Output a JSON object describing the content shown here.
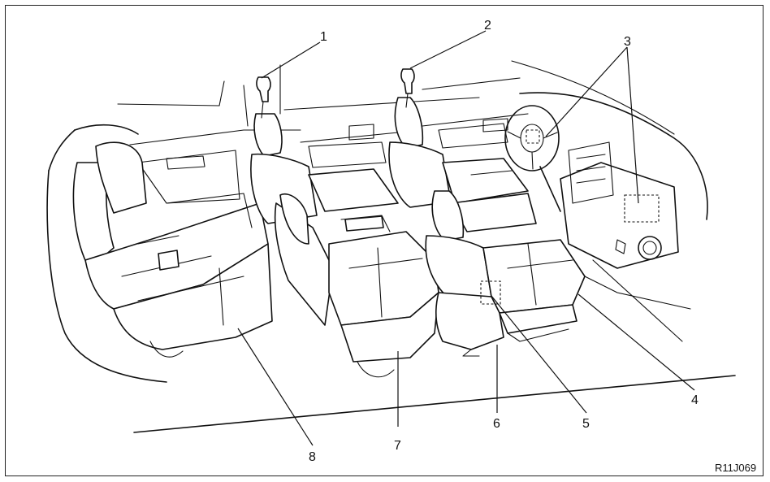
{
  "diagram": {
    "reference_code": "R11J069",
    "callouts": [
      {
        "id": "callout-1",
        "label": "1"
      },
      {
        "id": "callout-2",
        "label": "2"
      },
      {
        "id": "callout-3",
        "label": "3"
      },
      {
        "id": "callout-4",
        "label": "4"
      },
      {
        "id": "callout-5",
        "label": "5"
      },
      {
        "id": "callout-6",
        "label": "6"
      },
      {
        "id": "callout-7",
        "label": "7"
      },
      {
        "id": "callout-8",
        "label": "8"
      }
    ]
  }
}
